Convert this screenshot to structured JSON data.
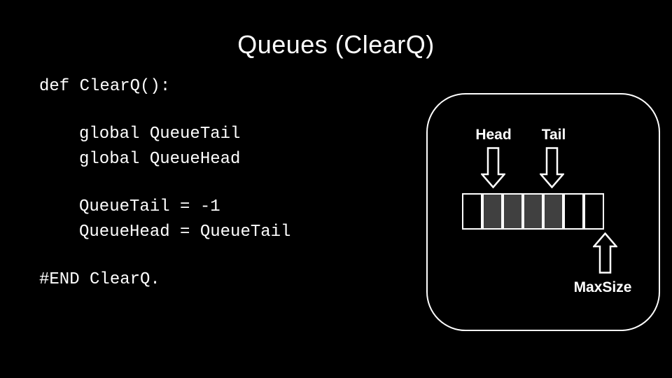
{
  "slide": {
    "title": "Queues (ClearQ)",
    "background_color": "#000000",
    "text_color": "#ffffff",
    "code": {
      "lines": [
        {
          "text": "def ClearQ():",
          "indent": 0
        },
        {
          "text": "global QueueTail",
          "indent": 1
        },
        {
          "text": "global QueueHead",
          "indent": 1
        },
        {
          "text": "QueueTail = -1",
          "indent": 1
        },
        {
          "text": "QueueHead = QueueTail",
          "indent": 1
        },
        {
          "text": "#END ClearQ.",
          "indent": 0
        }
      ]
    },
    "diagram": {
      "head_label": "Head",
      "tail_label": "Tail",
      "maxsize_label": "MaxSize",
      "head_arrow_icon": "arrow-down",
      "tail_arrow_icon": "arrow-down",
      "maxsize_arrow_icon": "arrow-up",
      "cells": [
        "empty",
        "filled",
        "filled",
        "filled",
        "filled",
        "empty",
        "empty"
      ],
      "colors": {
        "cell_filled": "#404040",
        "cell_empty": "#000000",
        "outline": "#ffffff"
      }
    }
  }
}
